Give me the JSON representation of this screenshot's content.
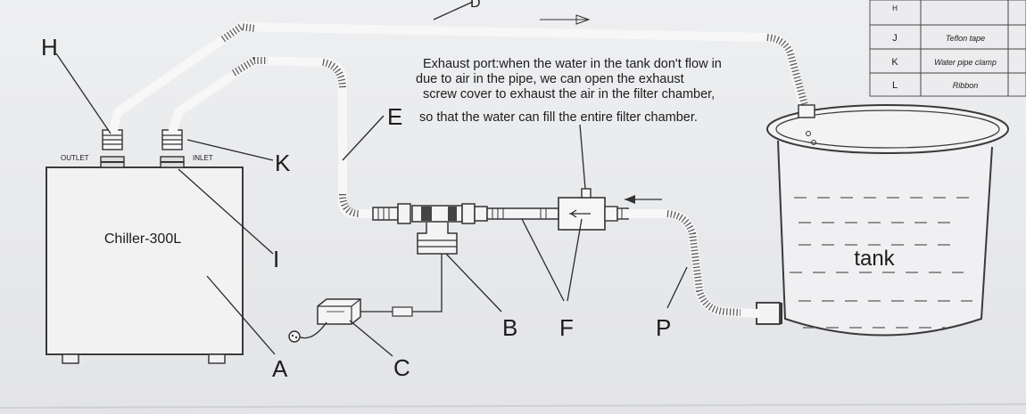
{
  "labels": {
    "A": "A",
    "B": "B",
    "C": "C",
    "D": "D",
    "E": "E",
    "F": "F",
    "H": "H",
    "I": "I",
    "K": "K",
    "P": "P"
  },
  "chiller": {
    "name": "Chiller-300L",
    "outlet": "OUTLET",
    "inlet": "INLET"
  },
  "tank": {
    "name": "tank"
  },
  "note": {
    "line1": "Exhaust port:when the water in the tank don't flow in",
    "line2": "due to air in the pipe, we can open the exhaust",
    "line3": "screw cover to exhaust the air in the filter chamber,",
    "line4": "so that the water can fill the entire filter chamber."
  },
  "parts_table": {
    "header": {
      "code": "H",
      "name": ""
    },
    "rows": [
      {
        "code": "J",
        "name": "Teflon tape"
      },
      {
        "code": "K",
        "name": "Water pipe clamp"
      },
      {
        "code": "L",
        "name": "Ribbon"
      }
    ]
  }
}
